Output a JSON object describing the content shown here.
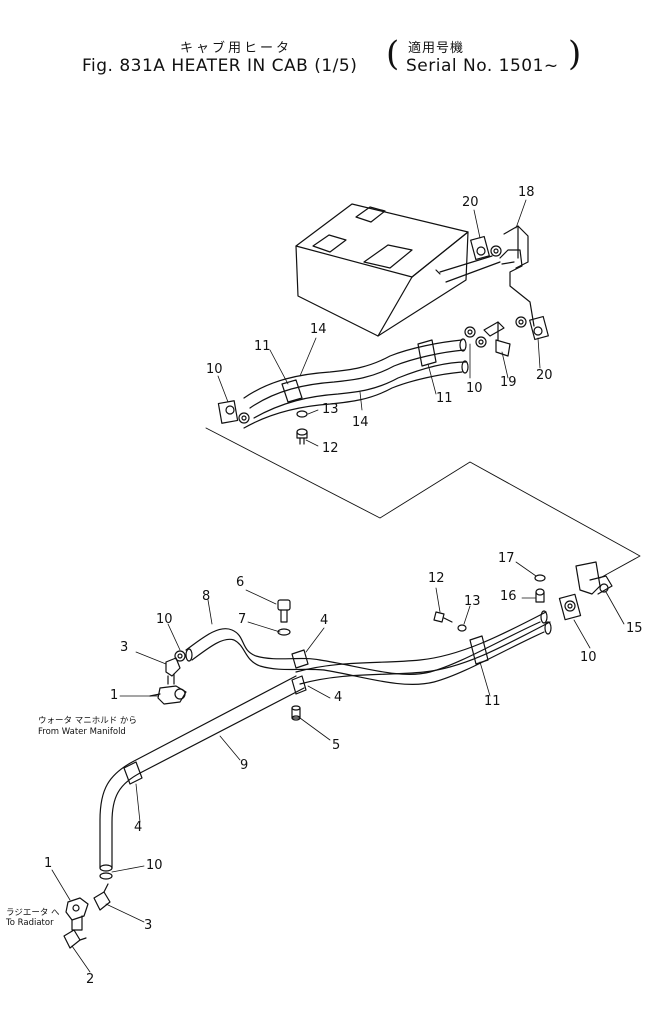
{
  "header": {
    "jp_title": "キャブ用ヒータ",
    "fig_title": "Fig. 831A   HEATER IN CAB (1/5)",
    "jp_applicable": "適用号機",
    "serial": "Serial No. 1501~"
  },
  "annotations": {
    "water_manifold_jp": "ウォータ マニホルド から",
    "water_manifold_en": "From Water Manifold",
    "radiator_jp": "ラジエータ へ",
    "radiator_en": "To Radiator"
  },
  "callouts": [
    {
      "id": "c20a",
      "num": "20"
    },
    {
      "id": "c18",
      "num": "18"
    },
    {
      "id": "c14a",
      "num": "14"
    },
    {
      "id": "c11a",
      "num": "11"
    },
    {
      "id": "c10a",
      "num": "10"
    },
    {
      "id": "c13a",
      "num": "13"
    },
    {
      "id": "c14b",
      "num": "14"
    },
    {
      "id": "c12a",
      "num": "12"
    },
    {
      "id": "c11b",
      "num": "11"
    },
    {
      "id": "c10b",
      "num": "10"
    },
    {
      "id": "c19",
      "num": "19"
    },
    {
      "id": "c20b",
      "num": "20"
    },
    {
      "id": "c17",
      "num": "17"
    },
    {
      "id": "c12b",
      "num": "12"
    },
    {
      "id": "c13b",
      "num": "13"
    },
    {
      "id": "c16",
      "num": "16"
    },
    {
      "id": "c15",
      "num": "15"
    },
    {
      "id": "c10c",
      "num": "10"
    },
    {
      "id": "c6",
      "num": "6"
    },
    {
      "id": "c8",
      "num": "8"
    },
    {
      "id": "c10d",
      "num": "10"
    },
    {
      "id": "c7",
      "num": "7"
    },
    {
      "id": "c4a",
      "num": "4"
    },
    {
      "id": "c3a",
      "num": "3"
    },
    {
      "id": "c1a",
      "num": "1"
    },
    {
      "id": "c4b",
      "num": "4"
    },
    {
      "id": "c5",
      "num": "5"
    },
    {
      "id": "c11c",
      "num": "11"
    },
    {
      "id": "c9",
      "num": "9"
    },
    {
      "id": "c4c",
      "num": "4"
    },
    {
      "id": "c10e",
      "num": "10"
    },
    {
      "id": "c1b",
      "num": "1"
    },
    {
      "id": "c3b",
      "num": "3"
    },
    {
      "id": "c2",
      "num": "2"
    }
  ]
}
